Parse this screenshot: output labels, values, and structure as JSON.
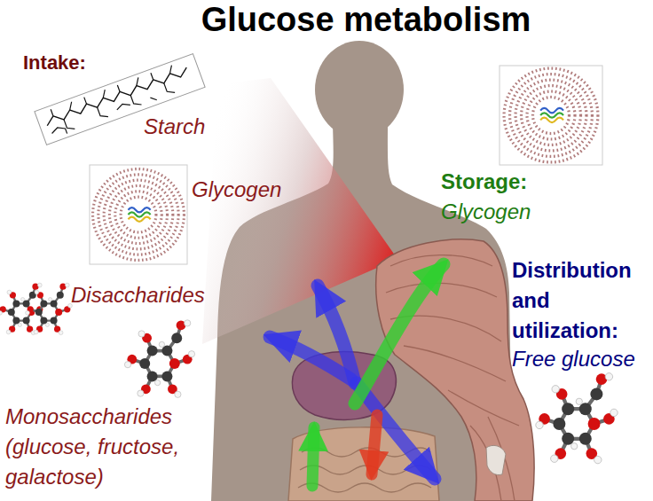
{
  "diagram": {
    "title": "Glucose metabolism",
    "labels": [
      "Intake:",
      "Starch",
      "Glycogen",
      "Disaccharides",
      "Monosaccharides (glucose, fructose, galactose)",
      "Storage:",
      "Glycogen",
      "Distribution and utilization:",
      "Free glucose"
    ]
  }
}
